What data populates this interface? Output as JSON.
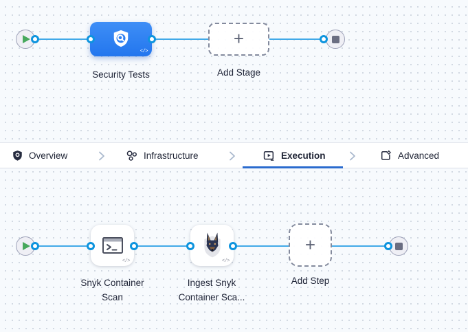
{
  "colors": {
    "accent_blue": "#2d7ff2",
    "connector_blue": "#41a9e8",
    "port_blue": "#0d94de",
    "tab_underline": "#2a6bce",
    "play_green": "#47a85c",
    "text_dark": "#1e2336"
  },
  "stage_graph": {
    "stage": {
      "label": "Security Tests",
      "code_badge": "</>"
    },
    "add_stage": {
      "label": "Add Stage",
      "plus": "+"
    }
  },
  "tab_bar": {
    "tabs": [
      {
        "label": "Overview",
        "active": false
      },
      {
        "label": "Infrastructure",
        "active": false
      },
      {
        "label": "Execution",
        "active": true
      },
      {
        "label": "Advanced",
        "active": false
      }
    ]
  },
  "step_graph": {
    "steps": [
      {
        "label": "Snyk Container Scan",
        "code_badge": "</>"
      },
      {
        "label": "Ingest Snyk Container Sca...",
        "code_badge": "</>"
      }
    ],
    "add_step": {
      "label": "Add Step",
      "plus": "+"
    }
  }
}
